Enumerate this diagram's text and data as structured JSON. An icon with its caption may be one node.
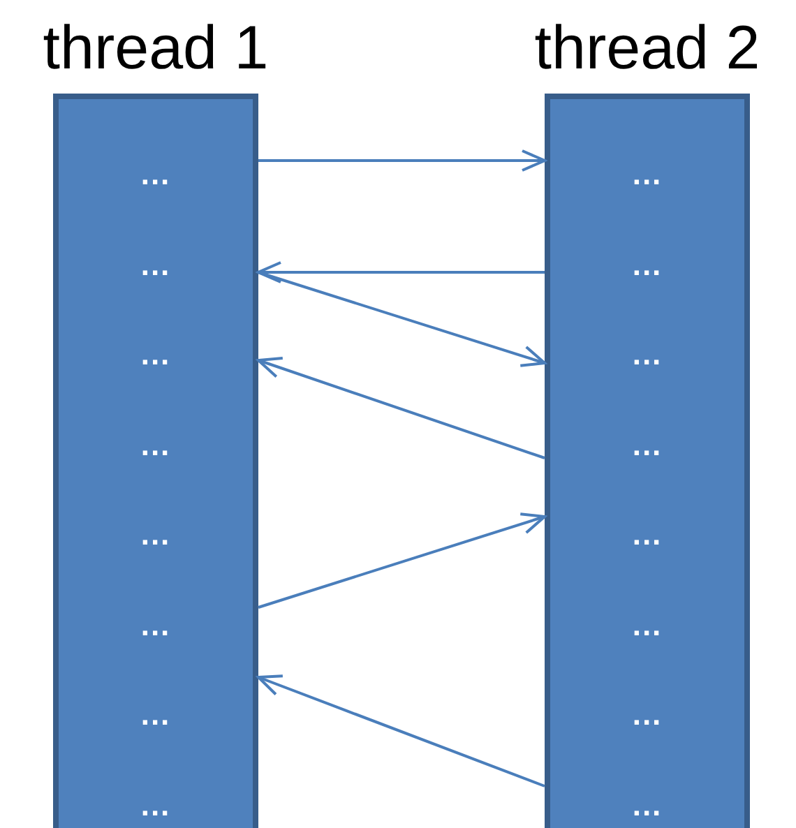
{
  "diagram": {
    "nodes": [
      {
        "text": [
          "thread 1"
        ]
      },
      {
        "text": [
          "..."
        ],
        "in": 0
      },
      {
        "text": [
          "..."
        ],
        "in": 0
      },
      {
        "text": [
          "..."
        ],
        "in": 0
      },
      {
        "text": [
          "..."
        ],
        "in": 0
      },
      {
        "text": [
          "..."
        ],
        "in": 0
      },
      {
        "text": [
          "..."
        ],
        "in": 0
      },
      {
        "text": [
          "..."
        ],
        "in": 0
      },
      {
        "text": [
          "..."
        ],
        "in": 0
      },
      {
        "text": [
          "thread 2"
        ]
      },
      {
        "text": [
          "..."
        ],
        "in": 9
      },
      {
        "text": [
          "..."
        ],
        "in": 9
      },
      {
        "text": [
          "..."
        ],
        "in": 9
      },
      {
        "text": [
          "..."
        ],
        "in": 9
      },
      {
        "text": [
          "..."
        ],
        "in": 9
      },
      {
        "text": [
          "..."
        ],
        "in": 9
      },
      {
        "text": [
          "..."
        ],
        "in": 9
      },
      {
        "text": [
          "..."
        ],
        "in": 9
      }
    ],
    "edges": [
      {
        "from": 1,
        "to": 10,
        "arrow": "to"
      },
      {
        "from": 11,
        "to": 2,
        "arrow": "to"
      },
      {
        "from": 2,
        "to": 12,
        "arrow": "to"
      },
      {
        "from": 13,
        "to": 3,
        "arrow": "to"
      },
      {
        "from": 6,
        "to": 14,
        "arrow": "to"
      },
      {
        "from": 17,
        "to": 7,
        "arrow": "to"
      }
    ]
  }
}
